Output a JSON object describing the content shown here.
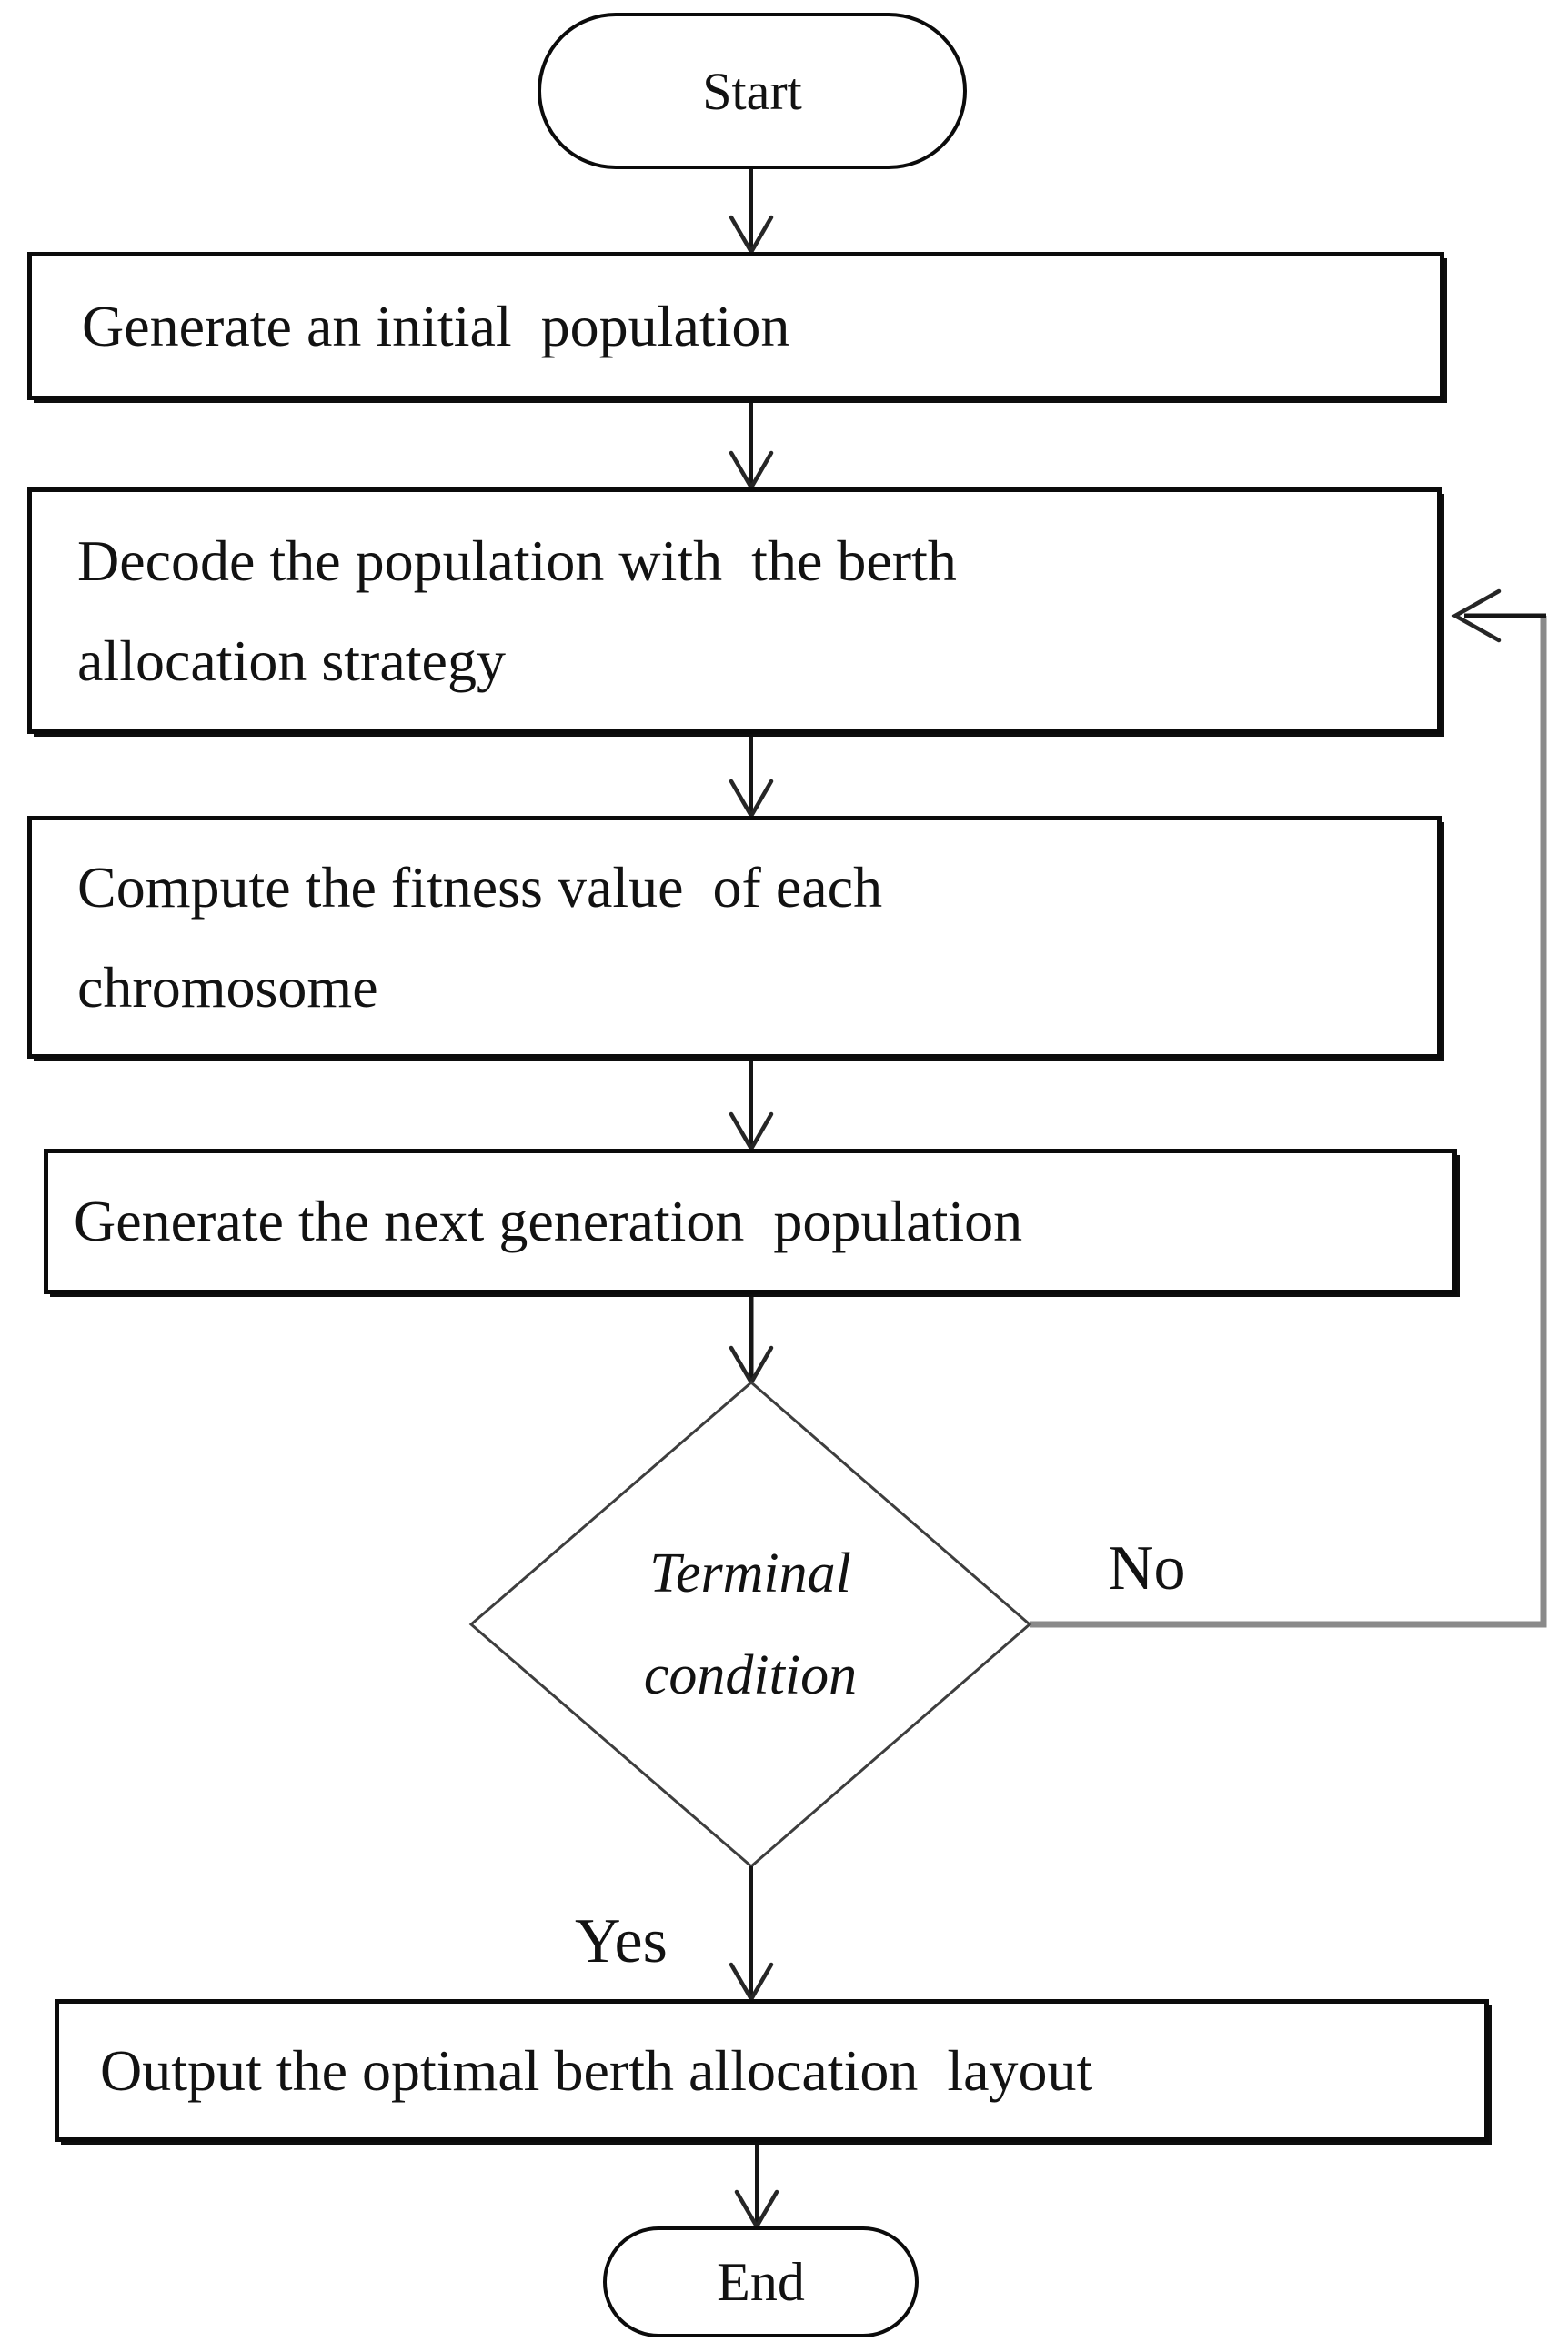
{
  "nodes": {
    "start": "Start",
    "generate_initial": "Generate an initial  population",
    "decode_line1": "Decode the population with  the berth",
    "decode_line2": "allocation strategy",
    "compute_line1": "Compute the fitness value  of each",
    "compute_line2": "chromosome",
    "next_generation": "Generate the next generation  population",
    "terminal_line1": "Terminal",
    "terminal_line2": "condition",
    "output": "Output the optimal berth allocation  layout",
    "end": "End"
  },
  "branch_labels": {
    "yes": "Yes",
    "no": "No"
  },
  "colors": {
    "line": "#161616",
    "border": "#0b0b0b",
    "feedback_gray": "#8a8a8a",
    "text": "#121212",
    "background": "#ffffff",
    "diamond_border": "#3e3e3e"
  }
}
